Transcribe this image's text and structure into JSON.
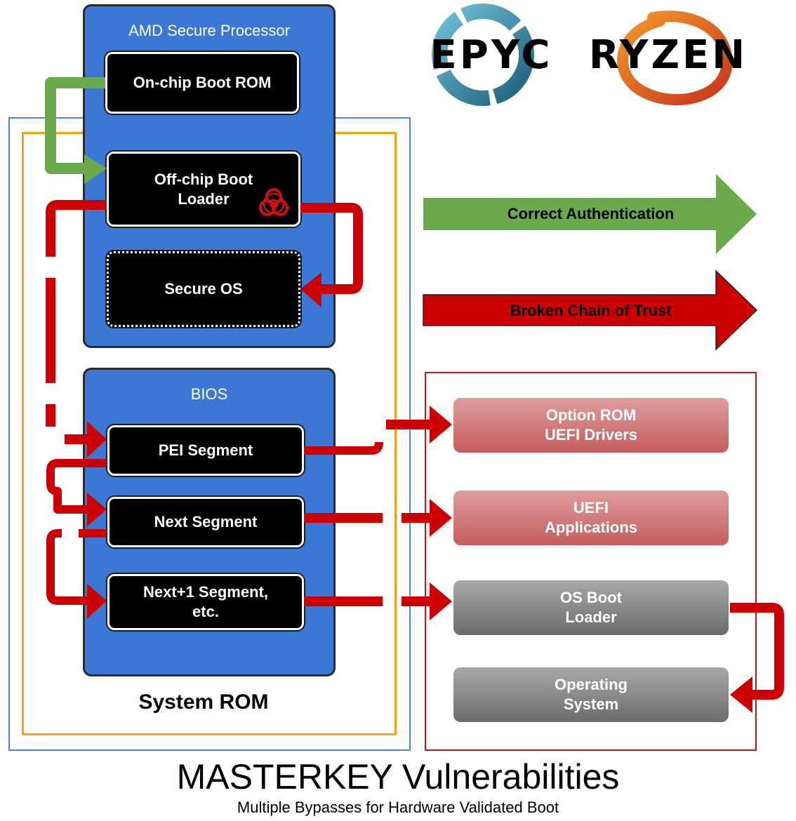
{
  "brands": {
    "epyc": "EPYC",
    "ryzen": "RYZEN"
  },
  "amd_sp": {
    "title": "AMD Secure Processor",
    "boot_rom": "On-chip Boot ROM",
    "boot_loader_line1": "Off-chip Boot",
    "boot_loader_line2": "Loader",
    "secure_os": "Secure OS"
  },
  "bios": {
    "title": "BIOS",
    "pei": "PEI Segment",
    "next": "Next Segment",
    "next1_line1": "Next+1 Segment,",
    "next1_line2": "etc."
  },
  "system_rom": "System ROM",
  "legend": {
    "correct": "Correct Authentication",
    "broken": "Broken Chain of Trust"
  },
  "targets": {
    "option_rom_line1": "Option ROM",
    "option_rom_line2": "UEFI Drivers",
    "uefi_apps_line1": "UEFI",
    "uefi_apps_line2": "Applications",
    "os_boot_line1": "OS Boot",
    "os_boot_line2": "Loader",
    "os_line1": "Operating",
    "os_line2": "System"
  },
  "title": "MASTERKEY Vulnerabilities",
  "subtitle": "Multiple Bypasses for Hardware Validated Boot",
  "colors": {
    "panel_blue": "#3b78d6",
    "green": "#6aaa4c",
    "red": "#cc0000",
    "orange_outline": "#f3a31a",
    "blue_outline": "#4a86d4",
    "pink": "#d98282",
    "grey": "#8a8a8a"
  },
  "icons": [
    "biohazard-icon",
    "epyc-logo",
    "ryzen-logo"
  ]
}
